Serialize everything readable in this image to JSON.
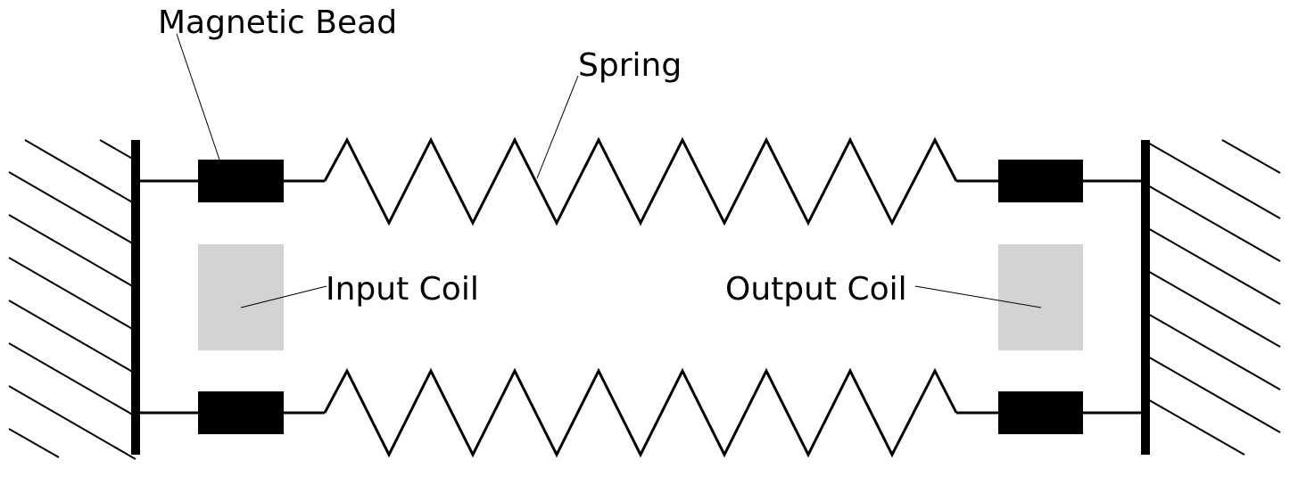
{
  "labels": {
    "magnetic_bead": "Magnetic Bead",
    "spring": "Spring",
    "input_coil": "Input Coil",
    "output_coil": "Output Coil"
  },
  "colors": {
    "line": "#000000",
    "bead": "#000000",
    "coil": "#d3d3d3",
    "background": "#ffffff"
  }
}
